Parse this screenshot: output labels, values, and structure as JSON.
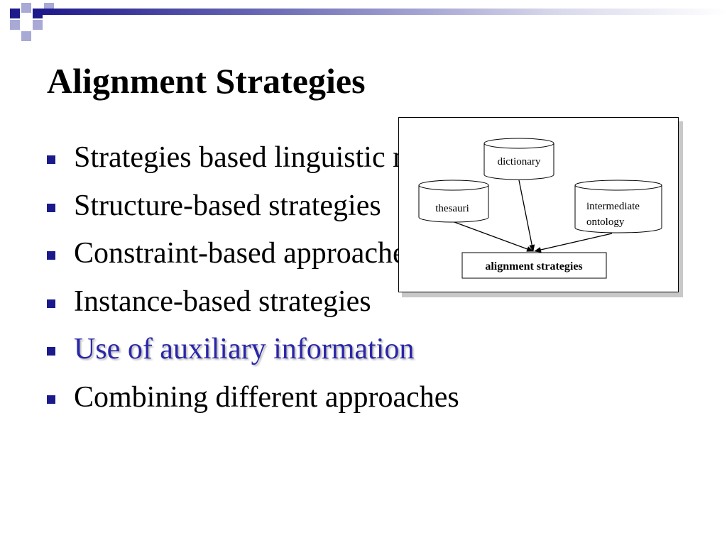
{
  "colors": {
    "accent": "#1f1a8c",
    "highlight_text": "#2a26a8",
    "deco_light": "#a9a9d6",
    "bullet": "#1a1a8c"
  },
  "slide": {
    "title": "Alignment Strategies",
    "bullets": [
      {
        "text": "Strategies based linguistic matching",
        "highlight": false
      },
      {
        "text": "Structure-based strategies",
        "highlight": false
      },
      {
        "text": "Constraint-based approaches",
        "highlight": false
      },
      {
        "text": "Instance-based strategies",
        "highlight": false
      },
      {
        "text": "Use of auxiliary information",
        "highlight": true
      },
      {
        "text": "Combining different approaches",
        "highlight": false
      }
    ]
  },
  "diagram": {
    "node_dictionary": "dictionary",
    "node_thesauri": "thesauri",
    "node_intermediate_line1": "intermediate",
    "node_intermediate_line2": "ontology",
    "target": "alignment strategies"
  }
}
